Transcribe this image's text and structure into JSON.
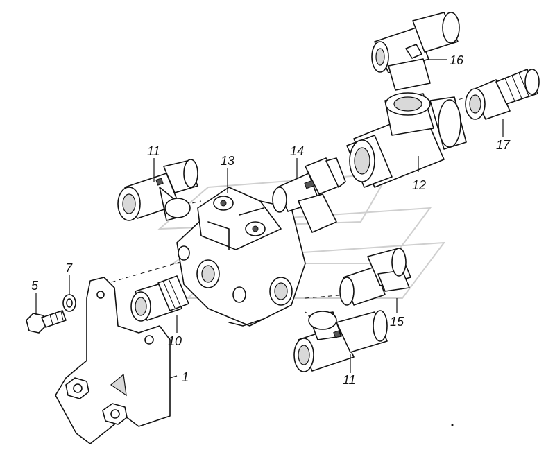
{
  "diagram": {
    "labels": {
      "p1": "1",
      "p5": "5",
      "p7": "7",
      "p10": "10",
      "p11a": "11",
      "p11b": "11",
      "p12": "12",
      "p13": "13",
      "p14": "14",
      "p15": "15",
      "p16": "16",
      "p17": "17"
    }
  }
}
